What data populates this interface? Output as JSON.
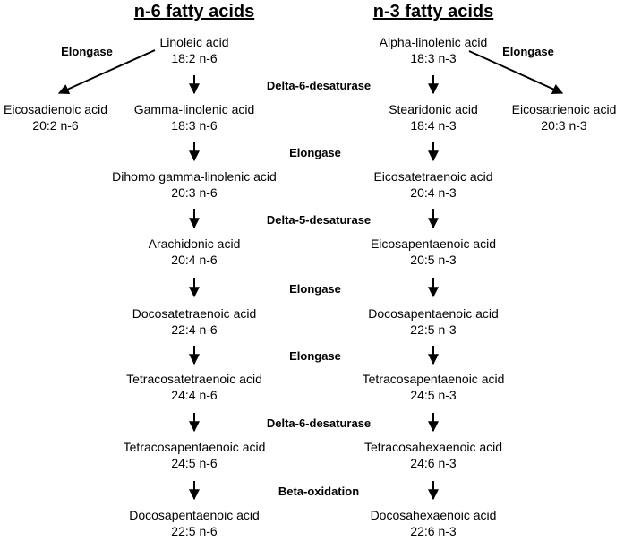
{
  "titles": {
    "n6": "n-6 fatty acids",
    "n3": "n-3 fatty acids"
  },
  "n6": [
    {
      "name": "Linoleic acid",
      "formula": "18:2 n-6"
    },
    {
      "name": "Gamma-linolenic acid",
      "formula": "18:3 n-6"
    },
    {
      "name": "Dihomo gamma-linolenic acid",
      "formula": "20:3 n-6"
    },
    {
      "name": "Arachidonic acid",
      "formula": "20:4 n-6"
    },
    {
      "name": "Docosatetraenoic acid",
      "formula": "22:4 n-6"
    },
    {
      "name": "Tetracosatetraenoic acid",
      "formula": "24:4 n-6"
    },
    {
      "name": "Tetracosapentaenoic acid",
      "formula": "24:5 n-6"
    },
    {
      "name": "Docosapentaenoic acid",
      "formula": "22:5 n-6"
    }
  ],
  "n3": [
    {
      "name": "Alpha-linolenic acid",
      "formula": "18:3 n-3"
    },
    {
      "name": "Stearidonic acid",
      "formula": "18:4 n-3"
    },
    {
      "name": "Eicosatetraenoic acid",
      "formula": "20:4 n-3"
    },
    {
      "name": "Eicosapentaenoic acid",
      "formula": "20:5 n-3"
    },
    {
      "name": "Docosapentaenoic acid",
      "formula": "22:5 n-3"
    },
    {
      "name": "Tetracosapentaenoic acid",
      "formula": "24:5 n-3"
    },
    {
      "name": "Tetracosahexaenoic acid",
      "formula": "24:6 n-3"
    },
    {
      "name": "Docosahexaenoic acid",
      "formula": "22:6 n-3"
    }
  ],
  "side": {
    "n6": {
      "name": "Eicosadienoic acid",
      "formula": "20:2 n-6",
      "enzyme": "Elongase"
    },
    "n3": {
      "name": "Eicosatrienoic acid",
      "formula": "20:3 n-3",
      "enzyme": "Elongase"
    }
  },
  "enzymes": [
    "Delta-6-desaturase",
    "Elongase",
    "Delta-5-desaturase",
    "Elongase",
    "Elongase",
    "Delta-6-desaturase",
    "Beta-oxidation"
  ]
}
